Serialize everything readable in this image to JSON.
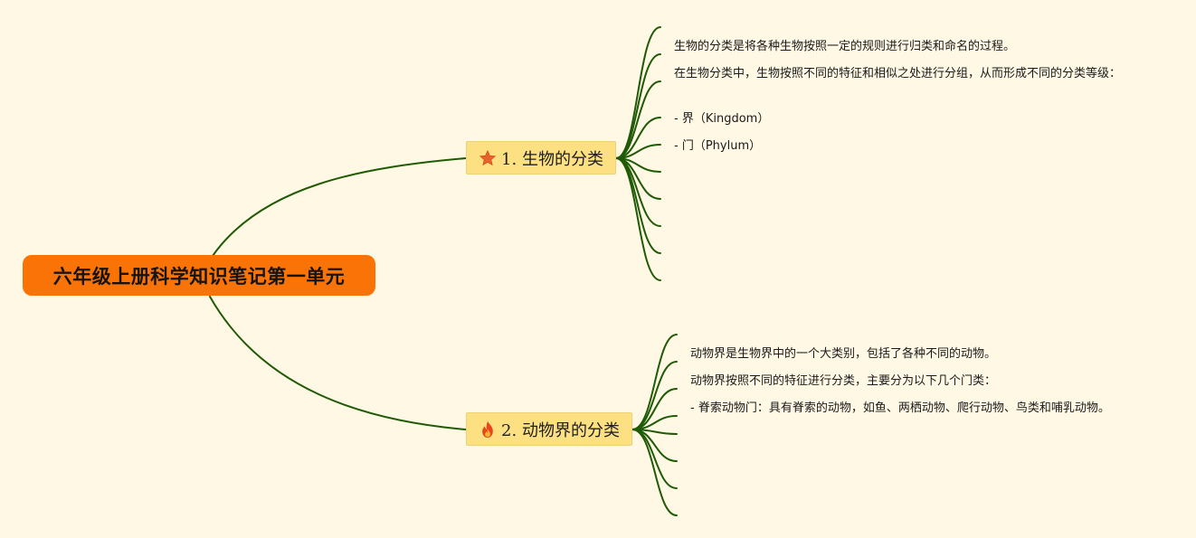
{
  "root": {
    "title": "六年级上册科学知识笔记第一单元"
  },
  "branches": [
    {
      "icon": "star-icon",
      "label": "1. 生物的分类",
      "items": [
        "生物的分类是将各种生物按照一定的规则进行归类和命名的过程。",
        "在生物分类中，生物按照不同的特征和相似之处进行分组，从而形成不同的分类等级：",
        "- 界（Kingdom）",
        "- 门（Phylum）"
      ]
    },
    {
      "icon": "fire-icon",
      "label": "2. 动物界的分类",
      "items": [
        "动物界是生物界中的一个大类别，包括了各种不同的动物。",
        "动物界按照不同的特征进行分类，主要分为以下几个门类：",
        "- 脊索动物门：具有脊索的动物，如鱼、两栖动物、爬行动物、鸟类和哺乳动物。"
      ]
    }
  ],
  "colors": {
    "background": "#fef8e4",
    "root_fill": "#f97306",
    "branch_fill": "#fde082",
    "connector": "#1f5a06"
  }
}
